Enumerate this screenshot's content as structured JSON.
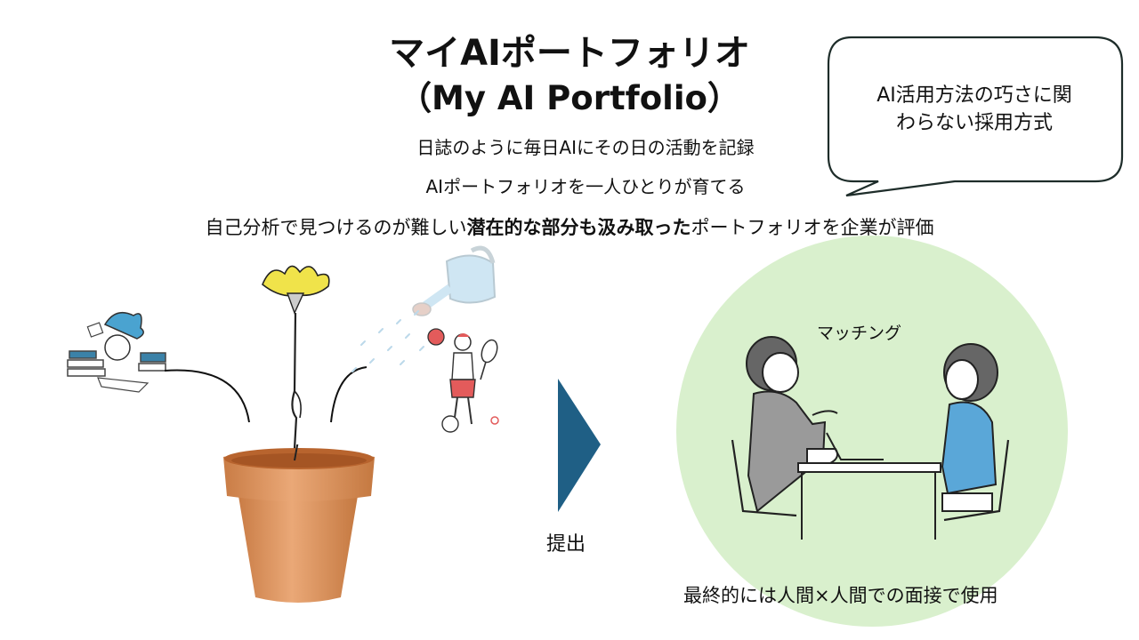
{
  "title": "マイAIポートフォリオ",
  "subtitle": "（My AI Portfolio）",
  "lines": {
    "line1": "日誌のように毎日AIにその日の活動を記録",
    "line2": "AIポートフォリオを一人ひとりが育てる",
    "line3_pre": "自己分析で見つけるのが難しい",
    "line3_bold": "潜在的な部分も汲み取った",
    "line3_post": "ポートフォリオを企業が評価"
  },
  "speech_bubble": {
    "line1": "AI活用方法の巧さに関",
    "line2": "わらない採用方式"
  },
  "arrow": {
    "label": "提出",
    "color": "#1f5f85"
  },
  "matching_circle": {
    "label": "マッチング",
    "caption": "最終的には人間×人間での面接で使用",
    "color": "#d9f0cd"
  },
  "illustrations": {
    "left_person": "studying-person",
    "flower": "yellow-flower",
    "watering_can": "watering-can",
    "right_person": "sports-person",
    "pot": "terracotta-pot",
    "interview": "interview-scene"
  }
}
